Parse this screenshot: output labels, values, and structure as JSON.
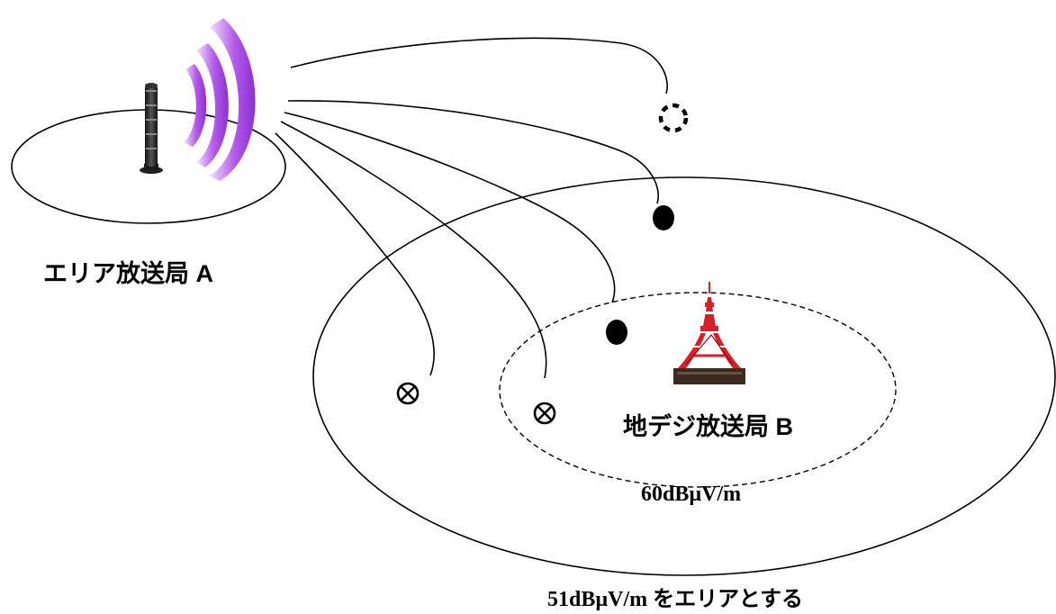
{
  "labels": {
    "station_a": "エリア放送局 A",
    "station_b": "地デジ放送局 B",
    "inner_contour": "60dBµV/m",
    "outer_contour": "51dBµV/m をエリアとする"
  },
  "colors": {
    "line": "#000000",
    "wave_purple": "#8b2fd6",
    "tower_red": "#d61f26"
  },
  "icons": {
    "station_a": "radio-transmitter-icon",
    "station_b": "tokyo-tower-icon",
    "good_reception": "filled-dot-icon",
    "interference": "circled-x-icon",
    "no_reception": "dashed-circle-icon"
  }
}
